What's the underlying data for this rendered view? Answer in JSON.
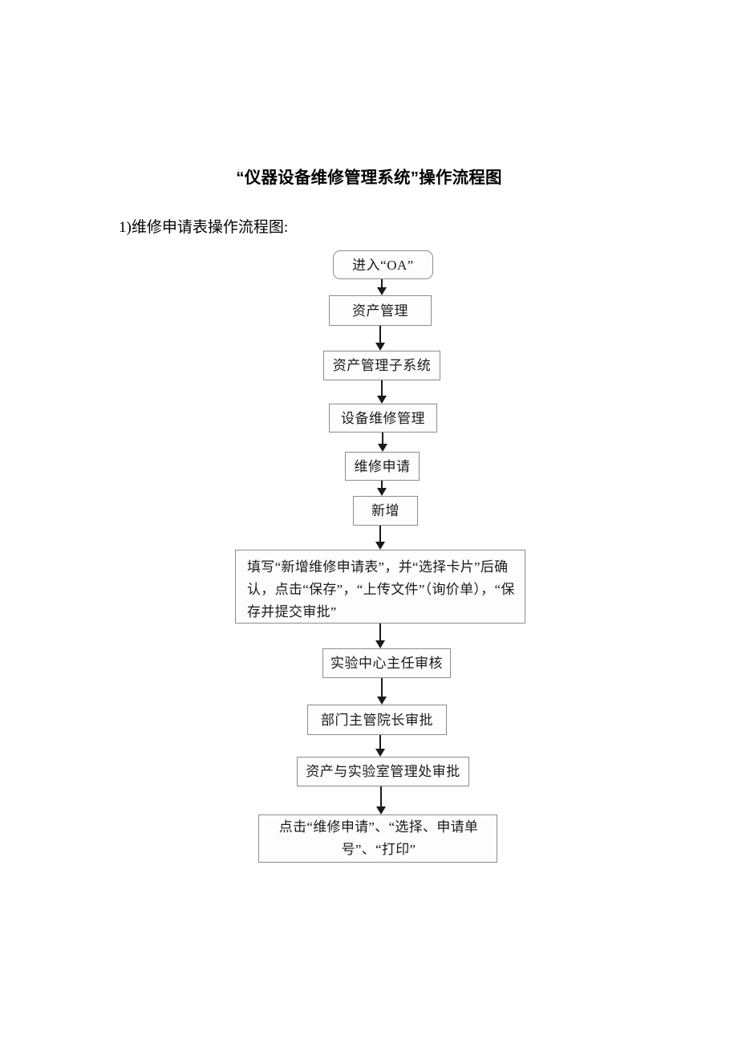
{
  "document": {
    "title": "“仪器设备维修管理系统”操作流程图",
    "section_label": "1)维修申请表操作流程图:"
  },
  "diagram": {
    "type": "flowchart",
    "orientation": "top-to-bottom",
    "node_border_color": "#8c8c8c",
    "node_fill_color": "#fdfdfd",
    "connector_color": "#1a1a1a",
    "nodes": [
      {
        "id": "n1",
        "shape": "rounded-rectangle",
        "label": "进入“OA”"
      },
      {
        "id": "n2",
        "shape": "rectangle",
        "label": "资产管理"
      },
      {
        "id": "n3",
        "shape": "rectangle",
        "label": "资产管理子系统"
      },
      {
        "id": "n4",
        "shape": "rectangle",
        "label": "设备维修管理"
      },
      {
        "id": "n5",
        "shape": "rectangle",
        "label": "维修申请"
      },
      {
        "id": "n6",
        "shape": "rectangle",
        "label": "新增"
      },
      {
        "id": "n7",
        "shape": "rectangle",
        "label": "填写“新增维修申请表”，并“选择卡片”后确认，点击“保存”，“上传文件”（询价单），“保存并提交审批”"
      },
      {
        "id": "n8",
        "shape": "rectangle",
        "label": "实验中心主任审核"
      },
      {
        "id": "n9",
        "shape": "rectangle",
        "label": "部门主管院长审批"
      },
      {
        "id": "n10",
        "shape": "rectangle",
        "label": "资产与实验室管理处审批"
      },
      {
        "id": "n11",
        "shape": "rectangle",
        "label": "点击“维修申请”、“选择、申请单号”、“打印”"
      }
    ],
    "edges": [
      {
        "from": "n1",
        "to": "n2"
      },
      {
        "from": "n2",
        "to": "n3"
      },
      {
        "from": "n3",
        "to": "n4"
      },
      {
        "from": "n4",
        "to": "n5"
      },
      {
        "from": "n5",
        "to": "n6"
      },
      {
        "from": "n6",
        "to": "n7"
      },
      {
        "from": "n7",
        "to": "n8"
      },
      {
        "from": "n8",
        "to": "n9"
      },
      {
        "from": "n9",
        "to": "n10"
      },
      {
        "from": "n10",
        "to": "n11"
      }
    ]
  }
}
